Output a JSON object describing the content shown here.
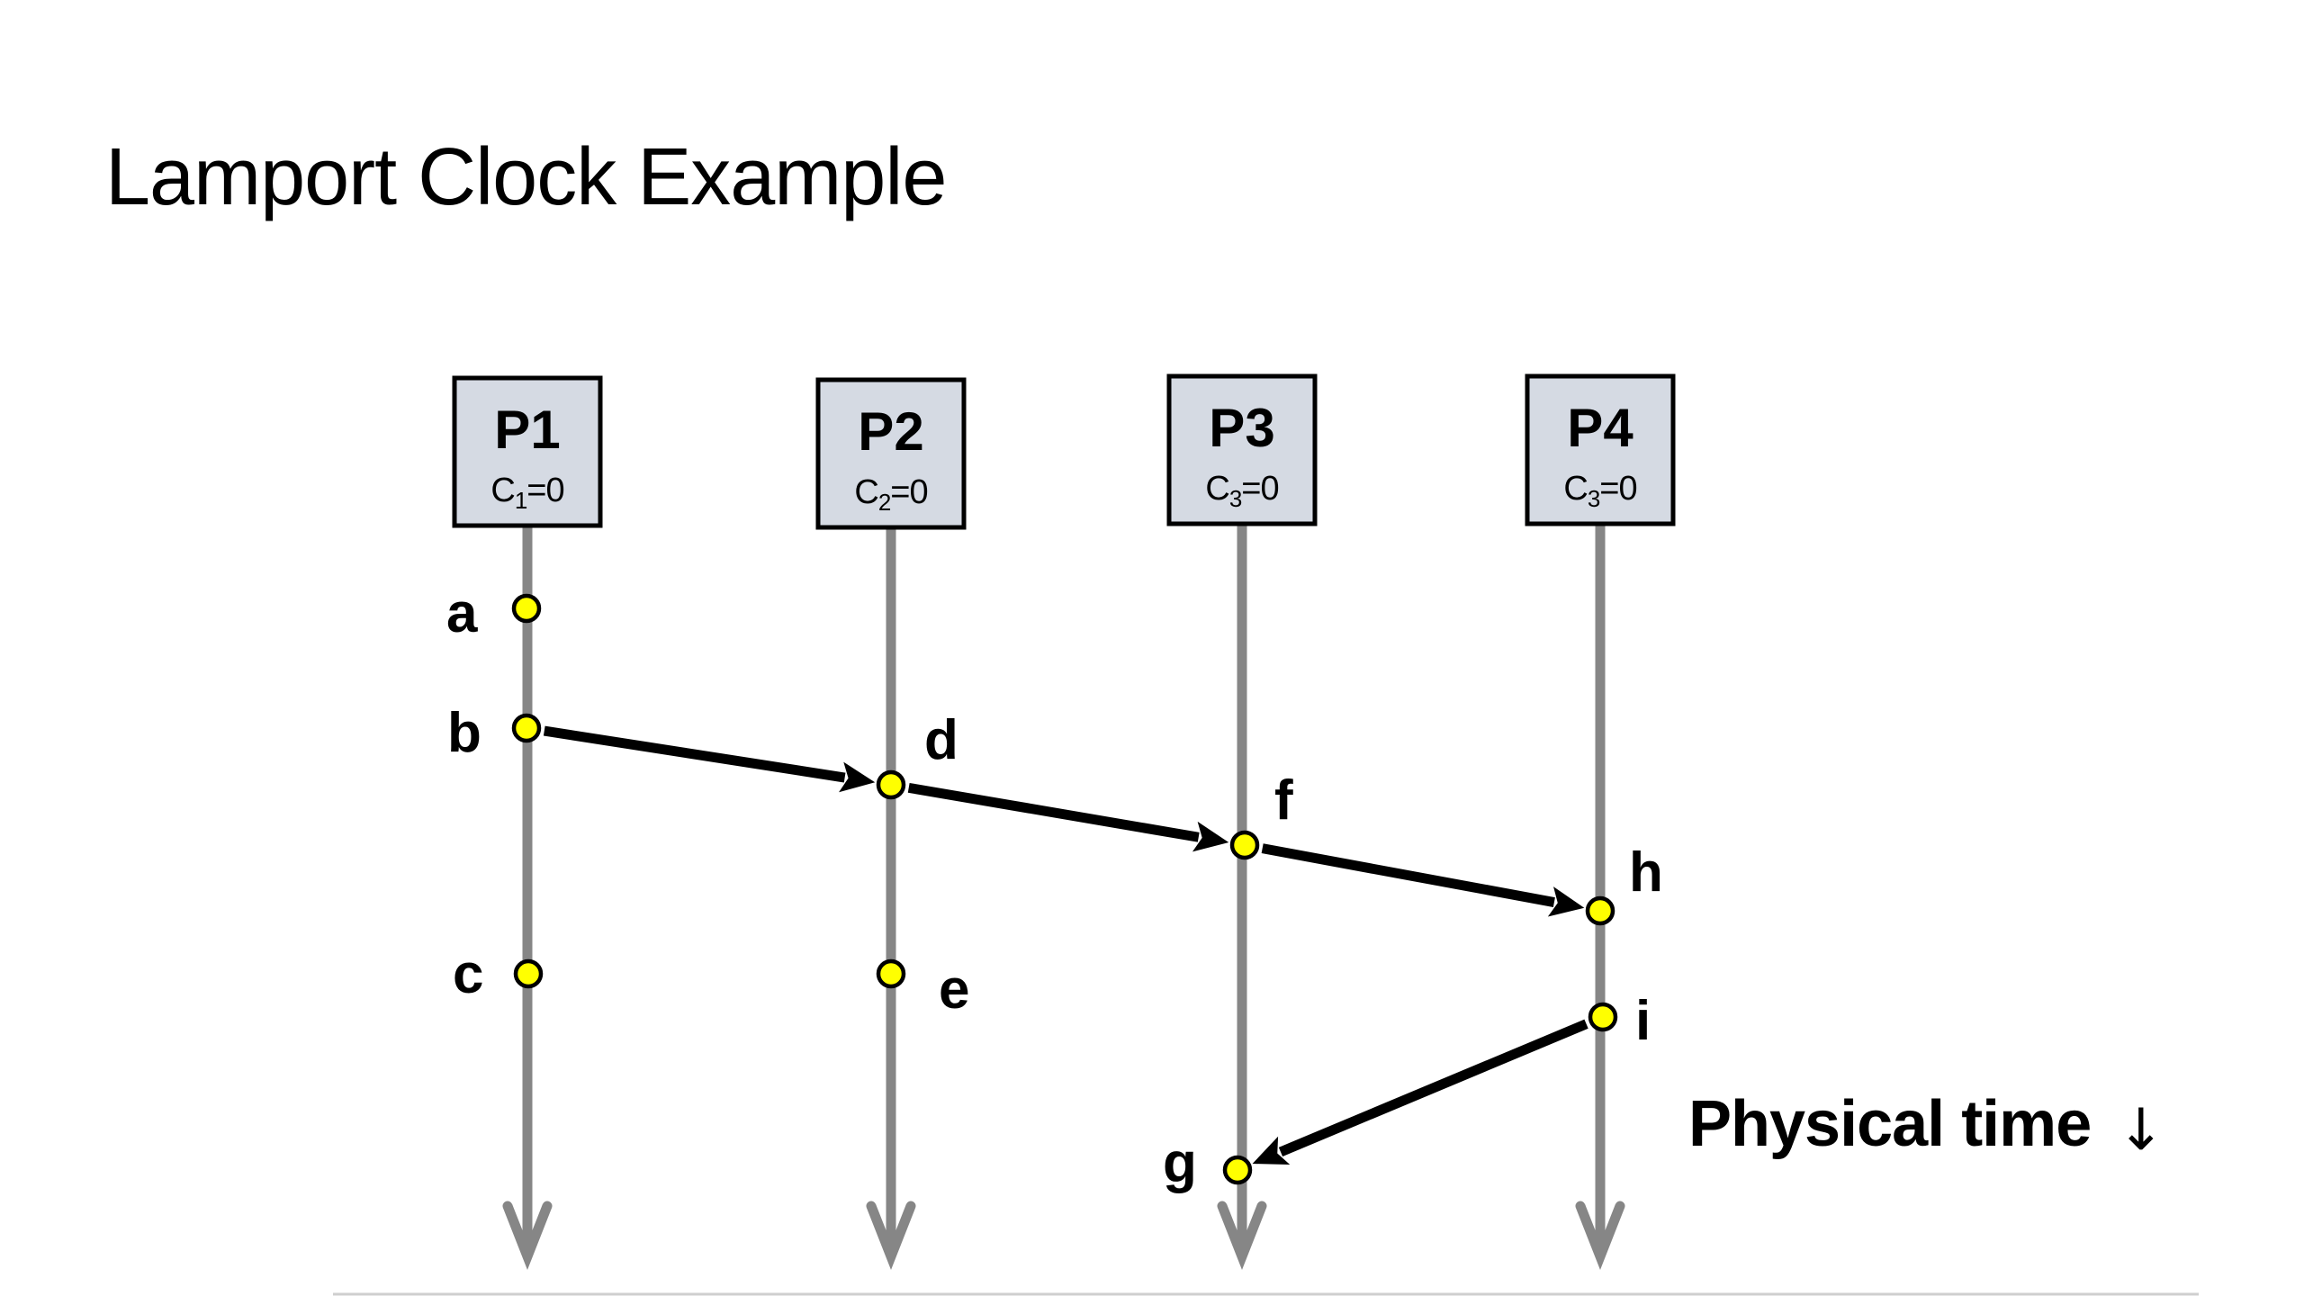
{
  "slide": {
    "title": "Lamport Clock Example"
  },
  "diagram": {
    "processes": [
      {
        "id": "P1",
        "name": "P1",
        "clock_var": "C",
        "clock_sub": "1",
        "clock_value": "=0"
      },
      {
        "id": "P2",
        "name": "P2",
        "clock_var": "C",
        "clock_sub": "2",
        "clock_value": "=0"
      },
      {
        "id": "P3",
        "name": "P3",
        "clock_var": "C",
        "clock_sub": "3",
        "clock_value": "=0"
      },
      {
        "id": "P4",
        "name": "P4",
        "clock_var": "C",
        "clock_sub": "3",
        "clock_value": "=0"
      }
    ],
    "events": [
      {
        "id": "a",
        "label": "a",
        "process": "P1",
        "order": 1
      },
      {
        "id": "b",
        "label": "b",
        "process": "P1",
        "order": 2
      },
      {
        "id": "c",
        "label": "c",
        "process": "P1",
        "order": 3
      },
      {
        "id": "d",
        "label": "d",
        "process": "P2",
        "order": 1
      },
      {
        "id": "e",
        "label": "e",
        "process": "P2",
        "order": 2
      },
      {
        "id": "f",
        "label": "f",
        "process": "P3",
        "order": 1
      },
      {
        "id": "g",
        "label": "g",
        "process": "P3",
        "order": 2
      },
      {
        "id": "h",
        "label": "h",
        "process": "P4",
        "order": 1
      },
      {
        "id": "i",
        "label": "i",
        "process": "P4",
        "order": 2
      }
    ],
    "messages": [
      {
        "from": "b",
        "to": "d"
      },
      {
        "from": "d",
        "to": "f"
      },
      {
        "from": "f",
        "to": "h"
      },
      {
        "from": "i",
        "to": "g"
      }
    ],
    "time_axis_label": "Physical time",
    "time_axis_arrow": "↓",
    "colors": {
      "process_box_fill": "#d5dae3",
      "process_box_border": "#000000",
      "timeline": "#868686",
      "event_fill": "#ffff00",
      "event_stroke": "#000000",
      "message": "#000000"
    }
  }
}
